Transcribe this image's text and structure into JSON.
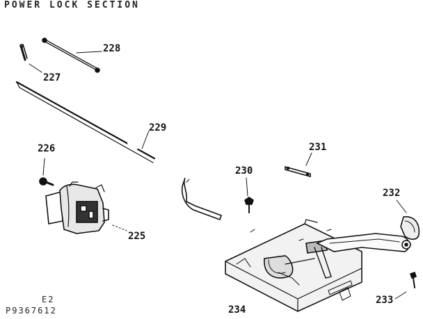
{
  "diagram": {
    "title": "POWER LOCK SECTION",
    "parts": [
      {
        "id": "p225",
        "label": "225"
      },
      {
        "id": "p226",
        "label": "226"
      },
      {
        "id": "p227",
        "label": "227"
      },
      {
        "id": "p228",
        "label": "228"
      },
      {
        "id": "p229",
        "label": "229"
      },
      {
        "id": "p230",
        "label": "230"
      },
      {
        "id": "p231",
        "label": "231"
      },
      {
        "id": "p232",
        "label": "232"
      },
      {
        "id": "p233",
        "label": "233"
      },
      {
        "id": "p234",
        "label": "234"
      }
    ],
    "footer": {
      "code": "E2",
      "drawing_number": "P9367612"
    }
  }
}
